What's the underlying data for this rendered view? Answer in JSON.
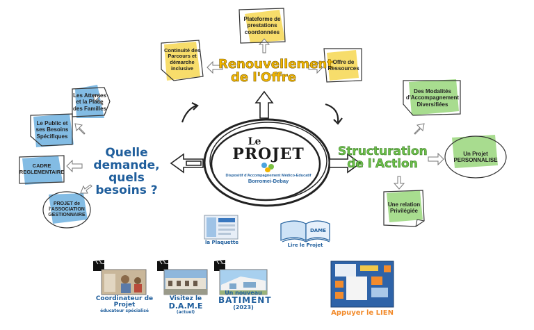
{
  "center": {
    "le": "Le",
    "projet": "PROJET",
    "subtitle": "Dispositif d'Accompagnement Médico-Educatif",
    "org": "Borromei-Debay"
  },
  "branches": {
    "left_title": "Quelle demande, quels besoins ?",
    "top_title": "Renouvellement de l'Offre",
    "right_title": "Structuration de l'Action"
  },
  "notes": {
    "attentes": "Les Attentes et la Place des Familles",
    "public": "Le Public et ses Besoins Spécifiques",
    "cadre": "CADRE REGLEMENTAIRE",
    "association": "PROJET de l'ASSOCIATION GESTIONNAIRE",
    "continuite": "Continuité des Parcours et démarche inclusive",
    "plateforme": "Plateforme de prestations coordonnées",
    "offre": "Offre de Ressources",
    "modalites": "Des Modalités d'Accompagnement Diversifiées",
    "projet_perso": "Un Projet PERSONNALISE",
    "relation": "Une relation Privilégiée"
  },
  "media": {
    "plaquette": "la Plaquette",
    "lire": "Lire le Projet",
    "coordinateur": "Coordinateur de Projet",
    "coordinateur_sub": "éducateur spécialisé",
    "visitez": "Visitez le",
    "dame": "D.A.M.E",
    "dame_sub": "(actuel)",
    "nouveau": "Un nouveau",
    "batiment": "BATIMENT",
    "batiment_year": "(2023)",
    "lien": "Appuyer le LIEN"
  },
  "colors": {
    "blue": "#1f5e9c",
    "orange": "#f2b600",
    "green": "#6cc04a",
    "highlight_yellow": "#f5d23a",
    "highlight_blue": "#5aa6dc",
    "highlight_green": "#8bd16a"
  }
}
